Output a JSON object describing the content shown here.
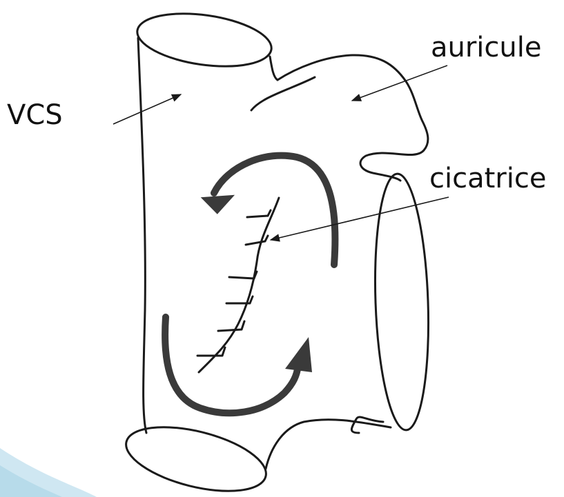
{
  "labels": {
    "vcs": "VCS",
    "auricule": "auricule",
    "cicatrice": "cicatrice"
  },
  "colors": {
    "line": "#1a1a1a",
    "arrow": "#3a3a3a",
    "text": "#111111",
    "accent_band": "#cfe7f2"
  },
  "icons": {
    "annotation_pointer": "arrow-pointer-icon",
    "flow_arrow": "curved-flow-arrow-icon",
    "suture": "suture-stitch-icon"
  }
}
